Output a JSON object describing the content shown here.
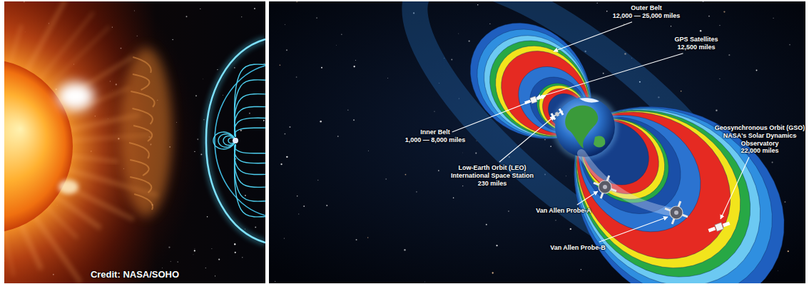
{
  "diagram": {
    "labels": [
      "Credit: NASA/SOHO",
      "Outer Belt",
      "12,000 — 25,000 miles",
      "GPS Satellites",
      "12,500 miles",
      "Inner Belt",
      "1,000 — 8,000 miles",
      "Low-Earth Orbit (LEO)",
      "International Space Station",
      "230 miles",
      "Geosynchronous Orbit (GSO)",
      "NASA's Solar Dynamics Observatory",
      "22,000 miles",
      "Van Allen Probe-A",
      "Van Allen Probe-B"
    ]
  }
}
